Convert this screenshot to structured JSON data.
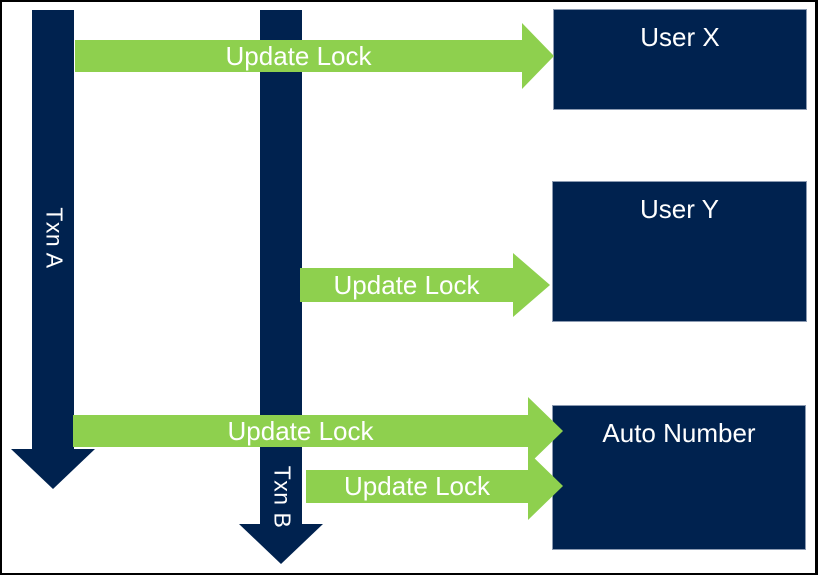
{
  "diagram": {
    "colors": {
      "navy": "#00224F",
      "green": "#8ED04E",
      "label_text": "#FFFFFF",
      "frame": "#000000"
    },
    "lifelines": [
      {
        "label": "Txn A"
      },
      {
        "label": "Txn B"
      }
    ],
    "resources": [
      {
        "label": "User X"
      },
      {
        "label": "User Y"
      },
      {
        "label": "Auto Number"
      }
    ],
    "locks": [
      {
        "label": "Update Lock",
        "from": "Txn A",
        "to": "User X"
      },
      {
        "label": "Update Lock",
        "from": "Txn B",
        "to": "User Y"
      },
      {
        "label": "Update Lock",
        "from": "Txn A",
        "to": "Auto Number"
      },
      {
        "label": "Update Lock",
        "from": "Txn B",
        "to": "Auto Number"
      }
    ]
  }
}
